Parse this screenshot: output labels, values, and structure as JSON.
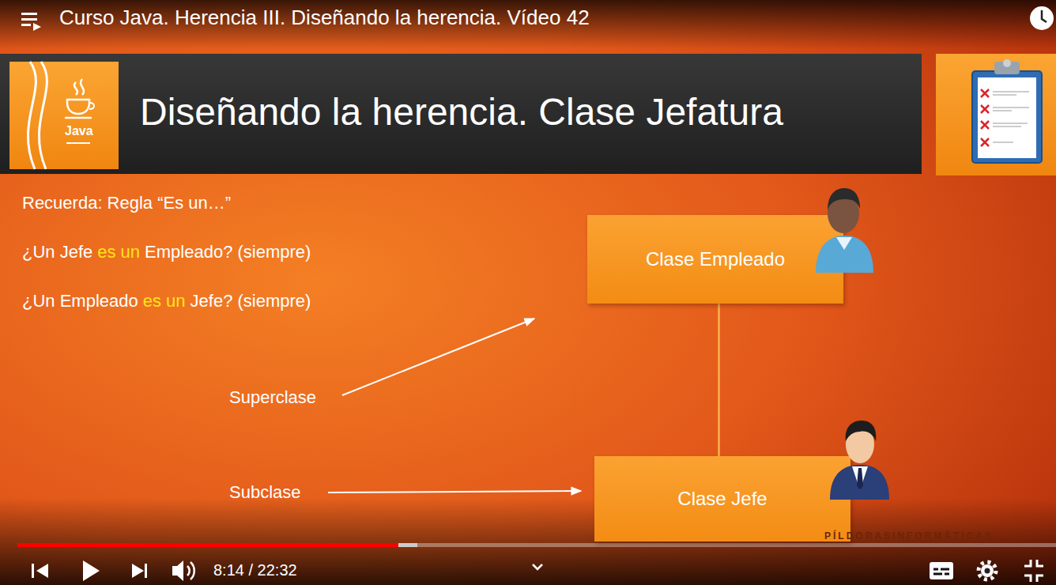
{
  "diagram": {
    "title": "Diseñando la herencia. Clase Jefatura",
    "nodes": [
      {
        "text": [
          "Clase Empleado"
        ]
      },
      {
        "text": [
          "Clase Jefe"
        ]
      }
    ],
    "edges": [
      {
        "from": 0,
        "to": 1,
        "arrow": "none"
      }
    ],
    "labels": [
      "Curso Java. Herencia III. Diseñando la herencia. Vídeo 42",
      "Java",
      "Recuerda: Regla “Es un…”",
      "¿Un Jefe",
      "es un",
      "Empleado? (siempre)",
      "¿Un Empleado",
      "es un",
      "Jefe? (siempre)",
      "Superclase",
      "Subclase",
      "PÍLDORASINFORMÁTICAS",
      "8:14 / 22:32"
    ]
  }
}
